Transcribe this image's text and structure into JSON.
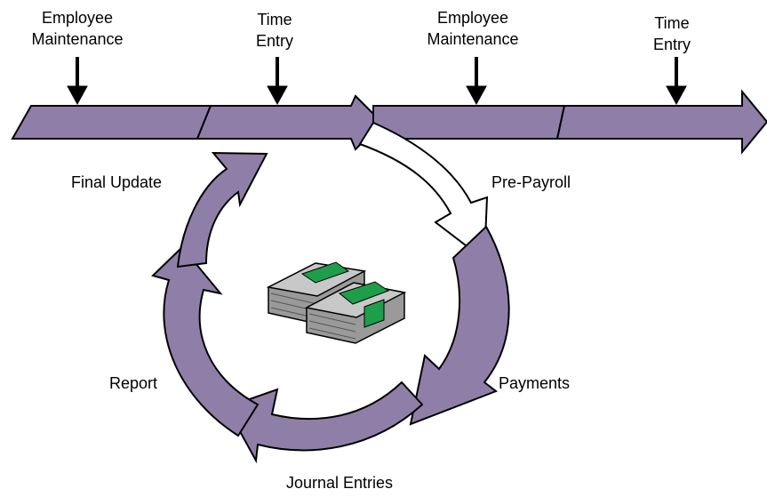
{
  "timeline": {
    "labels": [
      {
        "lines": [
          "Employee",
          "Maintenance"
        ]
      },
      {
        "lines": [
          "Time",
          "Entry"
        ]
      },
      {
        "lines": [
          "Employee",
          "Maintenance"
        ]
      },
      {
        "lines": [
          "Time",
          "Entry"
        ]
      }
    ]
  },
  "cycle": {
    "steps": [
      "Final Update",
      "Pre-Payroll",
      "Payments",
      "Journal Entries",
      "Report"
    ]
  },
  "icons": {
    "center": "money-stacks-icon"
  },
  "colors": {
    "arrow_fill": "#8f7fa8",
    "arrow_outline": "#000000",
    "highlight_arrow": "#ffffff",
    "money_band": "#1e9e4a",
    "money_paper": "#b8b8b8"
  }
}
